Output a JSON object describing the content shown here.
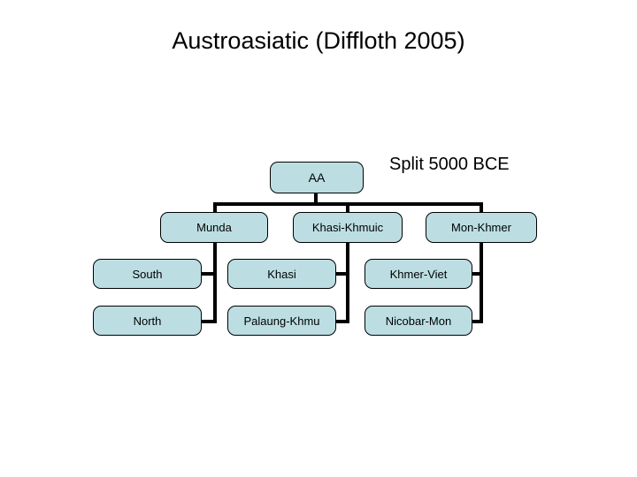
{
  "slide": {
    "title": "Austroasiatic (Diffloth 2005)",
    "annotation": "Split 5000 BCE",
    "background_color": "#ffffff",
    "node_fill_color": "#bcdee3",
    "node_border_color": "#000000",
    "connector_color": "#000000",
    "text_color": "#000000"
  },
  "tree": {
    "root": {
      "label": "AA"
    },
    "branches": [
      {
        "label": "Munda",
        "children": [
          {
            "label": "South"
          },
          {
            "label": "North"
          }
        ]
      },
      {
        "label": "Khasi-Khmuic",
        "children": [
          {
            "label": "Khasi"
          },
          {
            "label": "Palaung-Khmu"
          }
        ]
      },
      {
        "label": "Mon-Khmer",
        "children": [
          {
            "label": "Khmer-Viet"
          },
          {
            "label": "Nicobar-Mon"
          }
        ]
      }
    ]
  },
  "chart_data": {
    "type": "diagram",
    "diagram_type": "tree",
    "title": "Austroasiatic (Diffloth 2005)",
    "annotations": [
      "Split 5000 BCE"
    ],
    "nodes": [
      {
        "id": "aa",
        "label": "AA",
        "level": 0,
        "parent": null
      },
      {
        "id": "munda",
        "label": "Munda",
        "level": 1,
        "parent": "aa"
      },
      {
        "id": "khasi-khmuic",
        "label": "Khasi-Khmuic",
        "level": 1,
        "parent": "aa"
      },
      {
        "id": "mon-khmer",
        "label": "Mon-Khmer",
        "level": 1,
        "parent": "aa"
      },
      {
        "id": "south",
        "label": "South",
        "level": 2,
        "parent": "munda"
      },
      {
        "id": "north",
        "label": "North",
        "level": 2,
        "parent": "munda"
      },
      {
        "id": "khasi",
        "label": "Khasi",
        "level": 2,
        "parent": "khasi-khmuic"
      },
      {
        "id": "palaung-khmu",
        "label": "Palaung-Khmu",
        "level": 2,
        "parent": "khasi-khmuic"
      },
      {
        "id": "khmer-viet",
        "label": "Khmer-Viet",
        "level": 2,
        "parent": "mon-khmer"
      },
      {
        "id": "nicobar-mon",
        "label": "Nicobar-Mon",
        "level": 2,
        "parent": "mon-khmer"
      }
    ],
    "edges": [
      {
        "from": "aa",
        "to": "munda"
      },
      {
        "from": "aa",
        "to": "khasi-khmuic"
      },
      {
        "from": "aa",
        "to": "mon-khmer"
      },
      {
        "from": "munda",
        "to": "south"
      },
      {
        "from": "munda",
        "to": "north"
      },
      {
        "from": "khasi-khmuic",
        "to": "khasi"
      },
      {
        "from": "khasi-khmuic",
        "to": "palaung-khmu"
      },
      {
        "from": "mon-khmer",
        "to": "khmer-viet"
      },
      {
        "from": "mon-khmer",
        "to": "nicobar-mon"
      }
    ]
  }
}
